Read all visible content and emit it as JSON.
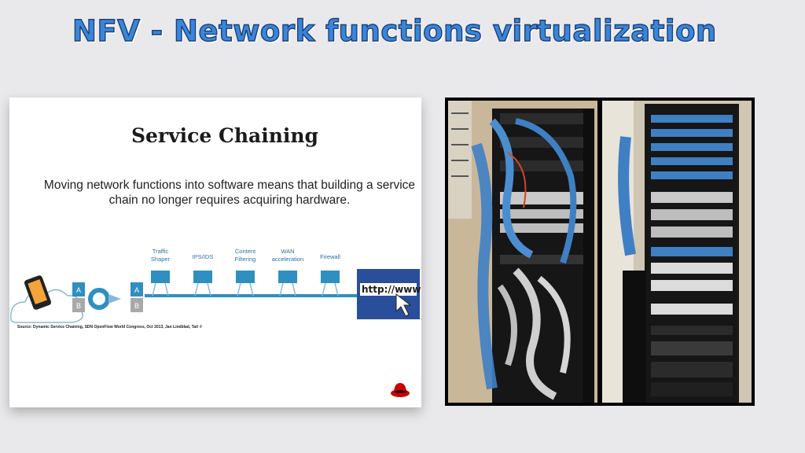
{
  "title": "NFV - Network functions virtualization",
  "slide": {
    "heading": "Service Chaining",
    "body": "Moving network functions into software means that building a service chain no longer requires acquiring hardware.",
    "functions": [
      {
        "label_line1": "Traffic",
        "label_line2": "Shaper"
      },
      {
        "label_line1": "IPS/IDS",
        "label_line2": ""
      },
      {
        "label_line1": "Content",
        "label_line2": "Filtering"
      },
      {
        "label_line1": "WAN",
        "label_line2": "acceleration"
      },
      {
        "label_line1": "Firewall",
        "label_line2": ""
      }
    ],
    "box_a": "A",
    "box_b": "B",
    "url_text": "http://www",
    "source": "Source: Dynamic Service Chaining, SDN OpenFlow World Congress, Oct 2013, Jan Lindblad, Tail -f"
  },
  "colors": {
    "title": "#3a86d8",
    "accent": "#2f8fc0",
    "rack": "#1a1a1a",
    "cable": "#3f7fc4"
  }
}
